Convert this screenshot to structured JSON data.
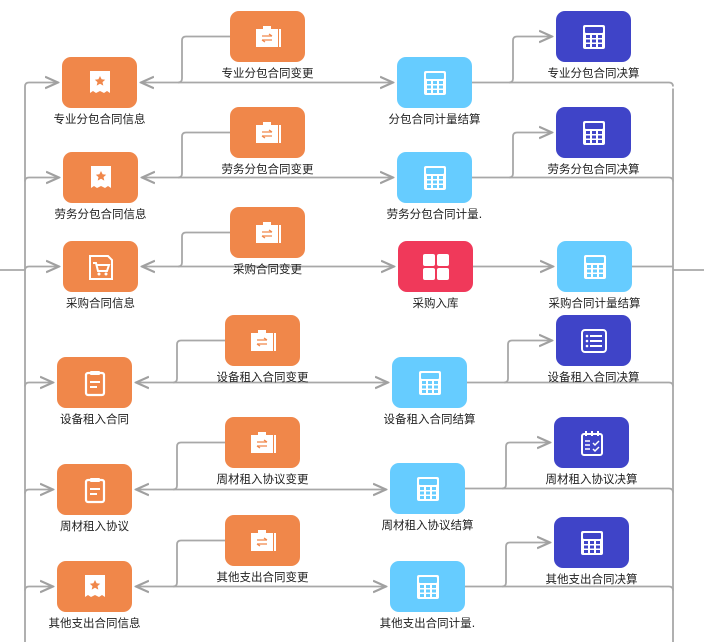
{
  "colors": {
    "change": "#f0874a",
    "info": "#f0874a",
    "calc": "#66ccff",
    "final": "#3f44c8",
    "stock": "#f0395a",
    "line": "#a0a0a0"
  },
  "rows": [
    {
      "info": {
        "label": "专业分包合同信息",
        "icon": "receipt-star-icon"
      },
      "change": {
        "label": "专业分包合同变更",
        "icon": "briefcase-swap-icon"
      },
      "calc": {
        "label": "分包合同计量结算",
        "icon": "calculator-icon"
      },
      "final": {
        "label": "专业分包合同决算",
        "icon": "calculator-icon"
      }
    },
    {
      "info": {
        "label": "劳务分包合同信息",
        "icon": "receipt-star-icon"
      },
      "change": {
        "label": "劳务分包合同变更",
        "icon": "briefcase-swap-icon"
      },
      "calc": {
        "label": "劳务分包合同计量.",
        "icon": "calculator-icon"
      },
      "final": {
        "label": "劳务分包合同决算",
        "icon": "calculator-icon"
      }
    },
    {
      "info": {
        "label": "采购合同信息",
        "icon": "cart-receipt-icon"
      },
      "change": {
        "label": "采购合同变更",
        "icon": "briefcase-swap-icon"
      },
      "calc": {
        "label": "采购入库",
        "icon": "grid-icon"
      },
      "final": {
        "label": "采购合同计量结算",
        "icon": "calculator-icon"
      }
    },
    {
      "info": {
        "label": "设备租入合同",
        "icon": "clipboard-icon"
      },
      "change": {
        "label": "设备租入合同变更",
        "icon": "briefcase-swap-icon"
      },
      "calc": {
        "label": "设备租入合同结算",
        "icon": "calculator-icon"
      },
      "final": {
        "label": "设备租入合同决算",
        "icon": "list-icon"
      }
    },
    {
      "info": {
        "label": "周材租入协议",
        "icon": "clipboard-icon"
      },
      "change": {
        "label": "周材租入协议变更",
        "icon": "briefcase-swap-icon"
      },
      "calc": {
        "label": "周材租入协议结算",
        "icon": "calculator-icon"
      },
      "final": {
        "label": "周材租入协议决算",
        "icon": "calendar-check-icon"
      }
    },
    {
      "info": {
        "label": "其他支出合同信息",
        "icon": "receipt-star-icon"
      },
      "change": {
        "label": "其他支出合同变更",
        "icon": "briefcase-swap-icon"
      },
      "calc": {
        "label": "其他支出合同计量.",
        "icon": "calculator-icon"
      },
      "final": {
        "label": "其他支出合同决算",
        "icon": "calculator-icon"
      }
    }
  ]
}
